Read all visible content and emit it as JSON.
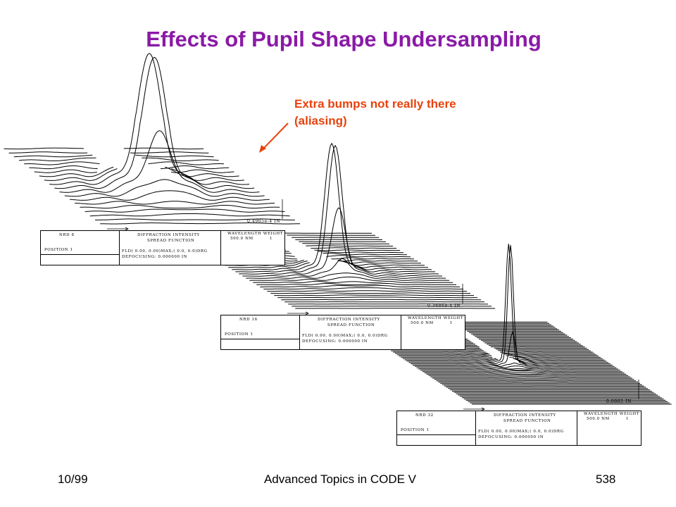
{
  "slide": {
    "title": "Effects of Pupil Shape Undersampling",
    "annotation": "Extra bumps not really there (aliasing)",
    "footer": {
      "date": "10/99",
      "course": "Advanced Topics in CODE V",
      "page": "538"
    }
  },
  "plots": [
    {
      "nrd": "NRD 8",
      "title_line1": "DIFFRACTION INTENSITY",
      "title_line2": "SPREAD FUNCTION",
      "wavelength_header": "WAVELENGTH   WEIGHT",
      "wavelength_value": "500.0 NM",
      "weight_value": "1",
      "position": "POSITION  1",
      "field": "FLD( 0.00, 0.00)MAX;( 0.0, 0.0)DRG",
      "defocusing": "DEFOCUSING:  0.000000 IN",
      "scale": "0.4905e-4 IN"
    },
    {
      "nrd": "NRD 16",
      "title_line1": "DIFFRACTION INTENSITY",
      "title_line2": "SPREAD FUNCTION",
      "wavelength_header": "WAVELENGTH   WEIGHT",
      "wavelength_value": "500.0 NM",
      "weight_value": "1",
      "position": "POSITION  1",
      "field": "FLD( 0.00, 0.00)MAX;( 0.0, 0.0)DRG",
      "defocusing": "DEFOCUSING:  0.000000 IN",
      "scale": "0.3686e-4 IN"
    },
    {
      "nrd": "NRD 32",
      "title_line1": "DIFFRACTION INTENSITY",
      "title_line2": "SPREAD FUNCTION",
      "wavelength_header": "WAVELENGTH   WEIGHT",
      "wavelength_value": "500.0 NM",
      "weight_value": "1",
      "position": "POSITION  1",
      "field": "FLD( 0.00, 0.00)MAX;( 0.0, 0.0)DRG",
      "defocusing": "DEFOCUSING:  0.000000 IN",
      "scale": "0.0002 IN"
    }
  ],
  "colors": {
    "title": "#8a1aa6",
    "annotation": "#e8420c",
    "arrow": "#e8420c"
  }
}
